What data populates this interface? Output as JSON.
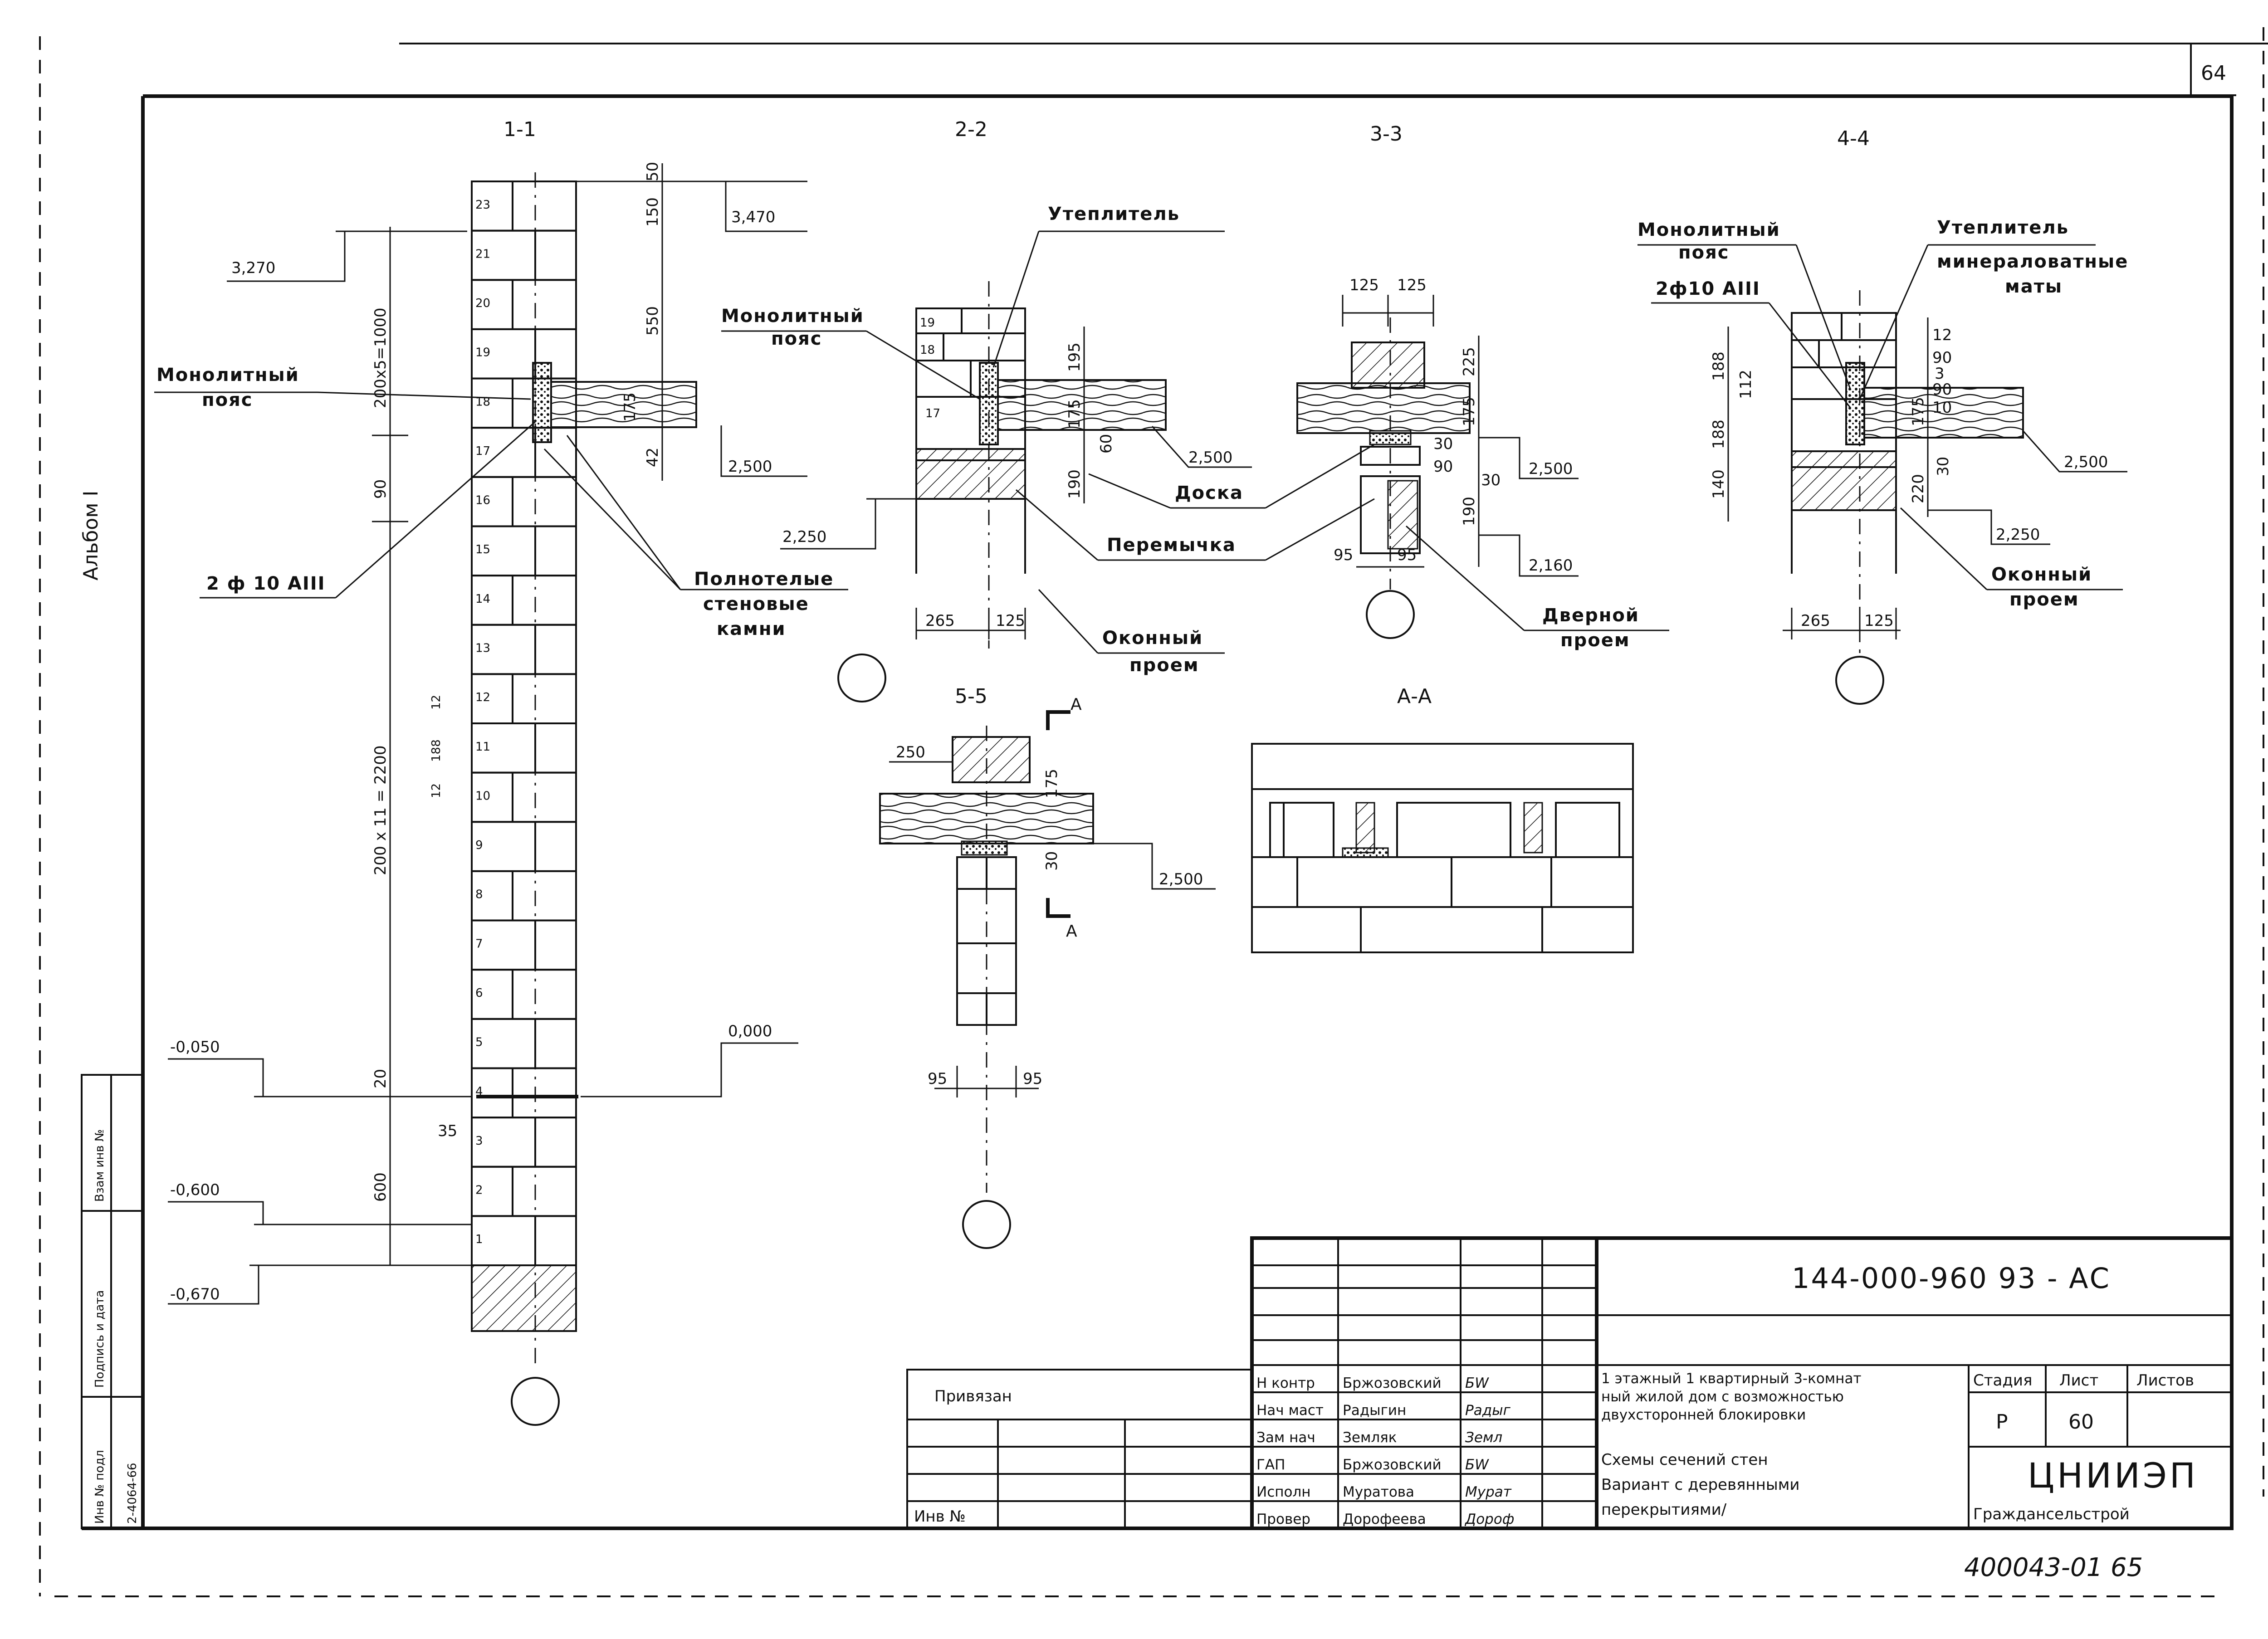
{
  "sheet": {
    "corner_number": "64",
    "album": "Альбом I",
    "stamp_number": "400043-01 65"
  },
  "sections": {
    "s1": {
      "title": "1-1",
      "marker": ""
    },
    "s2": {
      "title": "2-2"
    },
    "s3": {
      "title": "3-3"
    },
    "s4": {
      "title": "4-4"
    },
    "s5": {
      "title": "5-5"
    },
    "sA": {
      "title": "А-А",
      "cut": "А"
    }
  },
  "labels": {
    "monolith_belt_1": "Монолитный",
    "monolith_belt_2": "пояс",
    "rebar": "2 ф 10 АIII",
    "rebar_short": "2ф10 АIII",
    "solid_stones_1": "Полнотелые",
    "solid_stones_2": "стеновые",
    "solid_stones_3": "камни",
    "insulation": "Утеплитель",
    "board": "Доска",
    "lintel": "Перемычка",
    "window_opening_1": "Оконный",
    "window_opening_2": "проем",
    "door_opening_1": "Дверной",
    "door_opening_2": "проем",
    "mineral_mats_1": "минераловатные",
    "mineral_mats_2": "маты"
  },
  "levels": {
    "l3470": "3,470",
    "l3270": "3,270",
    "l2500": "2,500",
    "l2250": "2,250",
    "l2160": "2,160",
    "l0000": "0,000",
    "lm0050": "-0,050",
    "lm0600": "-0,600",
    "lm0670": "-0,670"
  },
  "dims": {
    "d200x5": "200х5=1000",
    "d200x11": "200 х 11 = 2200",
    "d550": "550",
    "d150": "150",
    "d50": "50",
    "d175": "175",
    "d42": "42",
    "d90": "90",
    "d20": "20",
    "d600": "600",
    "d35": "35",
    "d12": "12",
    "d188": "188",
    "d195": "195",
    "d60": "60",
    "d190": "190",
    "d265": "265",
    "d125": "125",
    "d225": "225",
    "d30": "30",
    "d95": "95",
    "d112": "112",
    "d140": "140",
    "d220": "220",
    "d10": "10",
    "d250": "250",
    "d3": "3"
  },
  "courses": [
    "23",
    "21",
    "20",
    "19",
    "18",
    "17",
    "16",
    "15",
    "14",
    "13",
    "12",
    "11",
    "10",
    "9",
    "8",
    "7",
    "6",
    "5",
    "4",
    "3",
    "2",
    "1"
  ],
  "title_block": {
    "code": "144-000-960 93   - АС",
    "bound": "Привязан",
    "inv": "Инв №",
    "project": "1 этажный 1 квартирный 3-комнатный жилой дом с возможностью двухсторонней блокировки",
    "project_l1": "1 этажный 1 квартирный 3-комнат",
    "project_l2": "ный жилой дом с возможностью",
    "project_l3": "двухсторонней блокировки",
    "drawing_l1": "Схемы сечений стен",
    "drawing_l2": "Вариант с деревянными",
    "drawing_l3": "перекрытиями/",
    "stage_h": "Стадия",
    "sheet_h": "Лист",
    "sheets_h": "Листов",
    "stage": "Р",
    "sheet_no": "60",
    "org_1": "ЦНИИЭП",
    "org_2": "Граждансельстрой",
    "roles": [
      "Н контр",
      "Нач маст",
      "Зам нач",
      "ГАП",
      "Исполн",
      "Провер"
    ],
    "names": [
      "Бржозовский",
      "Радыгин",
      "Земляк",
      "Бржозовский",
      "Муратова",
      "Дорофеева"
    ],
    "signatures": [
      "БW",
      "Радыг",
      "Земл",
      "БW",
      "Мурат",
      "Дороф"
    ],
    "side_inv": "Инв № подл",
    "side_sign": "Подпись и дата",
    "side_replace": "Взам инв №",
    "side_inv_no": "2-4064-66"
  },
  "colors": {
    "ink": "#111111",
    "paper": "#ffffff"
  }
}
